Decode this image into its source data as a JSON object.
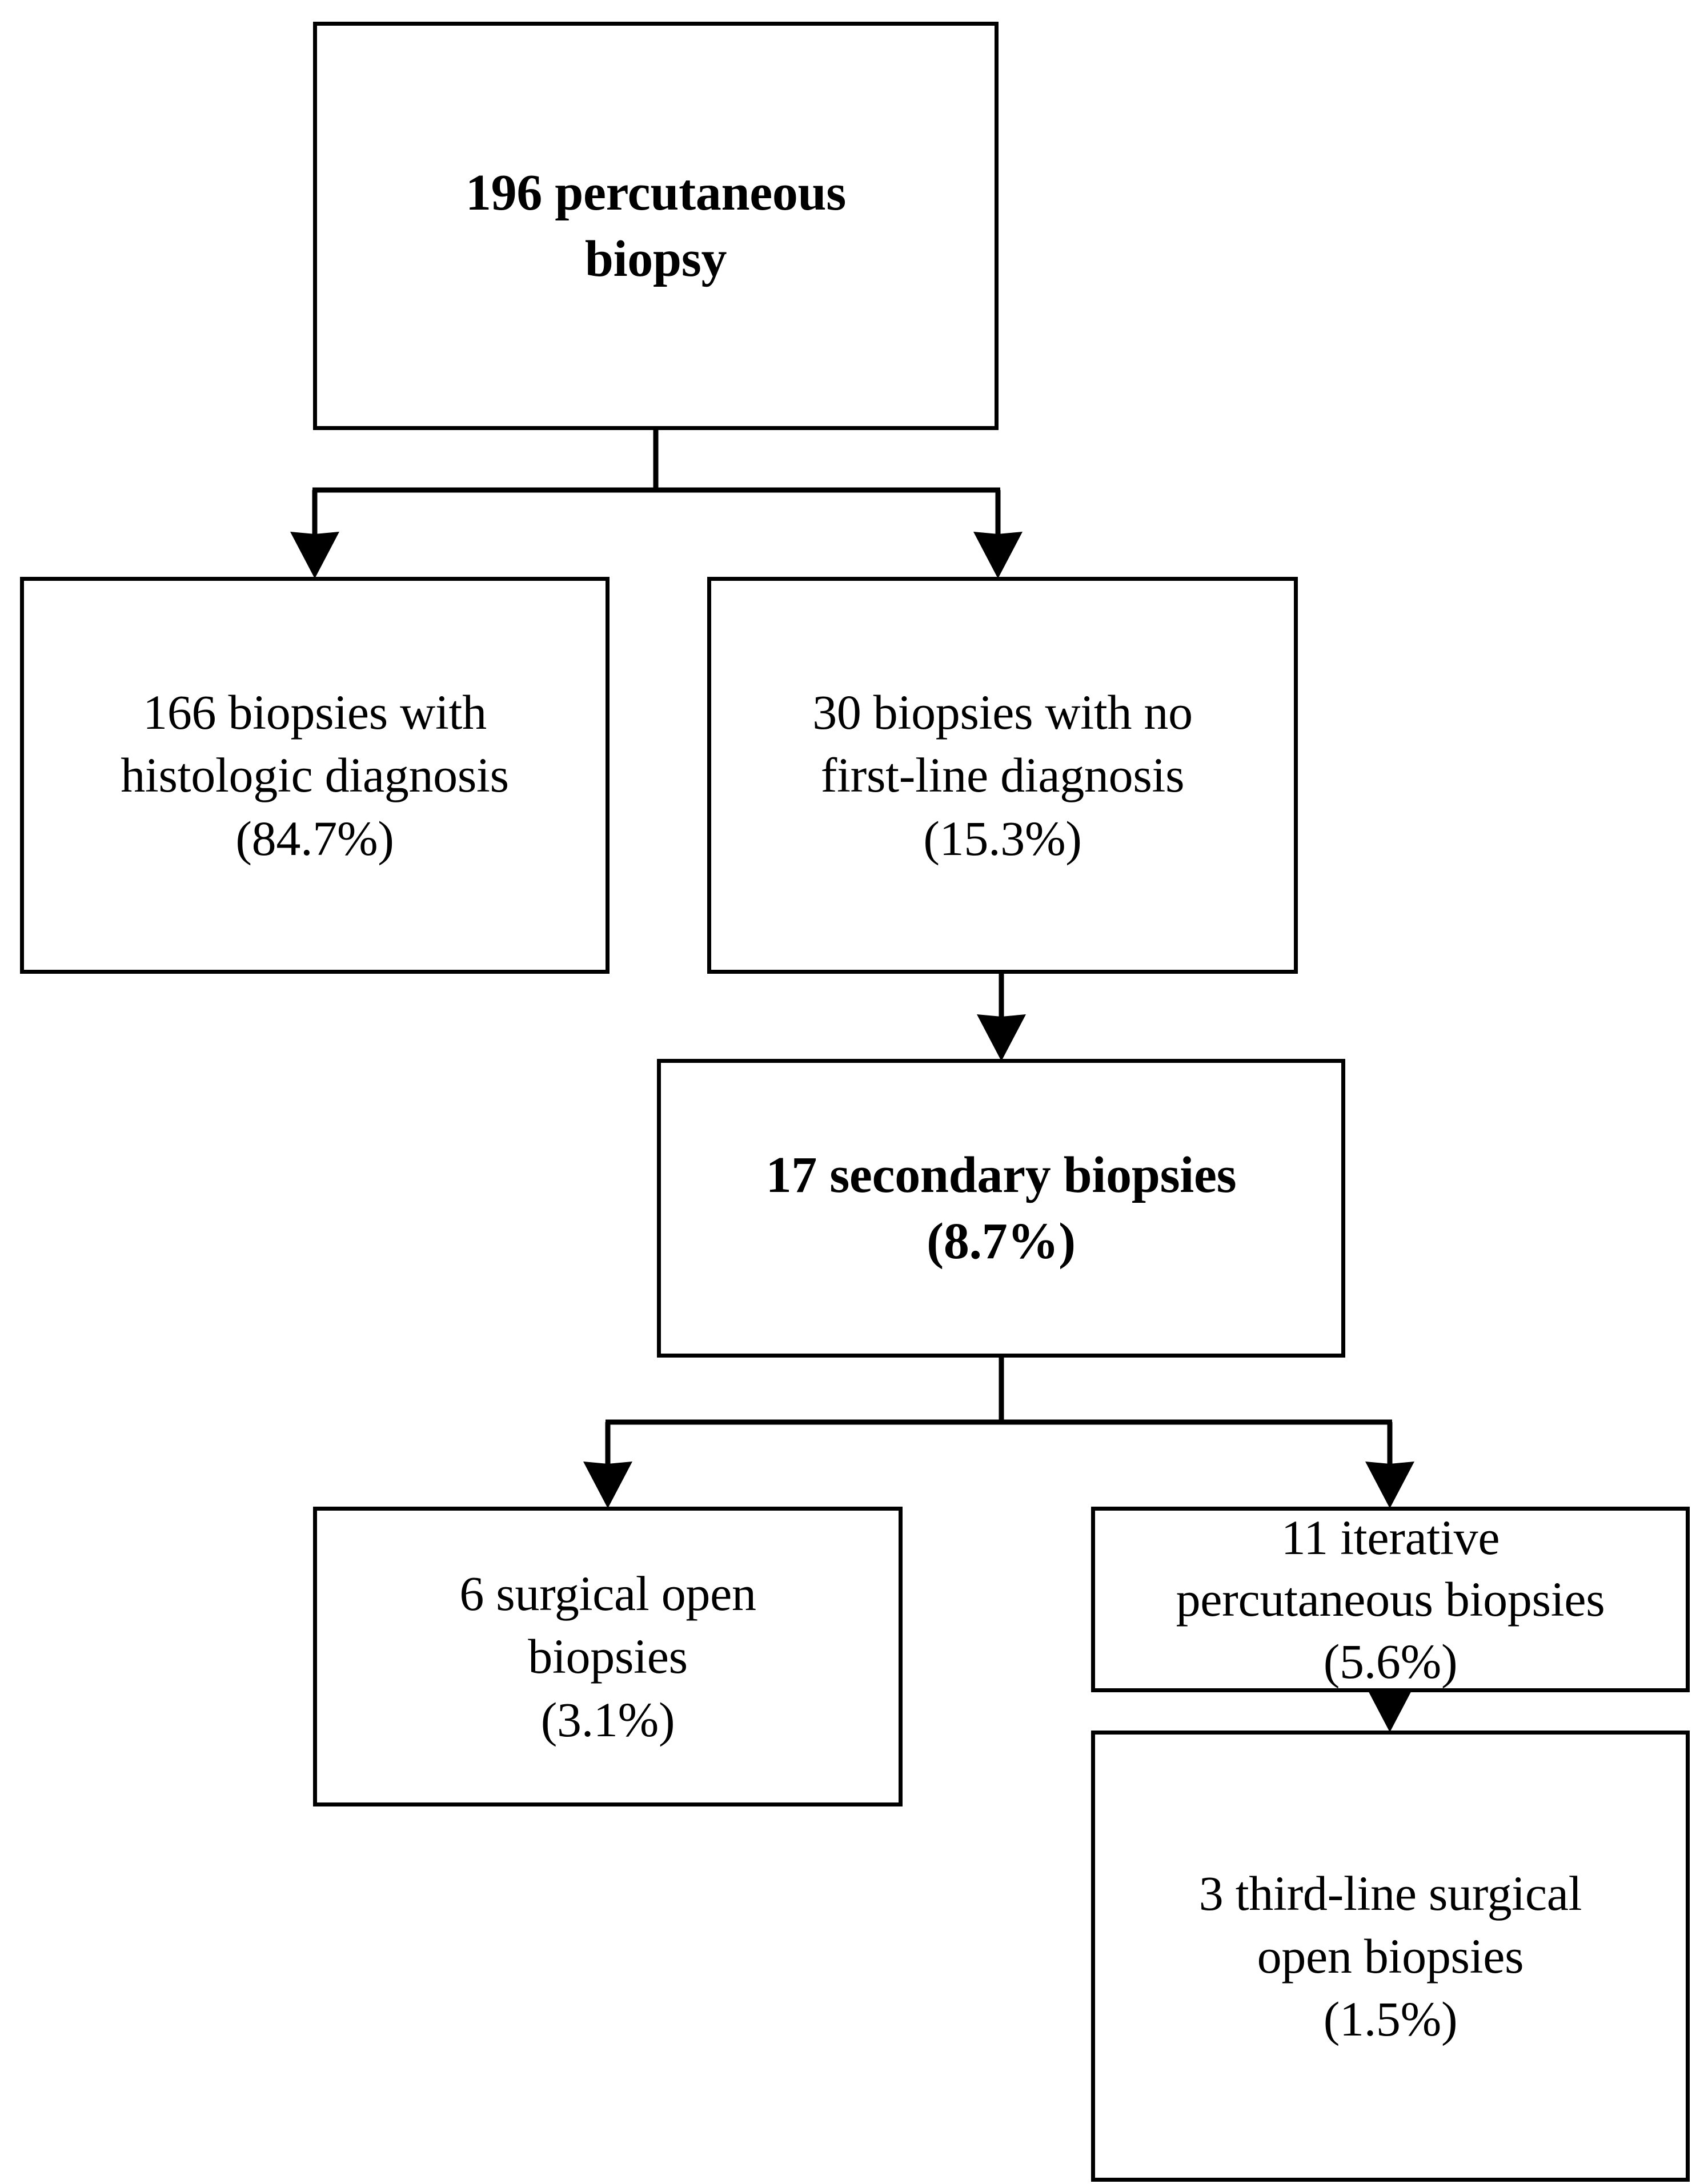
{
  "diagram": {
    "type": "flowchart",
    "orientation": "top-down",
    "background_color": "#ffffff",
    "line_color": "#000000",
    "text_color": "#000000",
    "nodes": [
      {
        "id": "root",
        "text": "196 percutaneous\nbiopsy",
        "count": 196,
        "percent": null,
        "bold": true
      },
      {
        "id": "histologic-diagnosis",
        "text": "166 biopsies with\nhistologic diagnosis\n(84.7%)",
        "count": 166,
        "percent": "84.7%",
        "bold": false
      },
      {
        "id": "no-first-line-diagnosis",
        "text": "30 biopsies with no\nfirst-line diagnosis\n(15.3%)",
        "count": 30,
        "percent": "15.3%",
        "bold": false
      },
      {
        "id": "secondary-biopsies",
        "text": "17 secondary biopsies\n(8.7%)",
        "count": 17,
        "percent": "8.7%",
        "bold": true
      },
      {
        "id": "surgical-open-biopsies",
        "text": "6 surgical open\nbiopsies\n(3.1%)",
        "count": 6,
        "percent": "3.1%",
        "bold": false
      },
      {
        "id": "iterative-percutaneous-biopsies",
        "text": "11 iterative\npercutaneous biopsies\n(5.6%)",
        "count": 11,
        "percent": "5.6%",
        "bold": false
      },
      {
        "id": "third-line-surgical-open-biopsies",
        "text": "3 third-line surgical\nopen biopsies\n(1.5%)",
        "count": 3,
        "percent": "1.5%",
        "bold": false
      }
    ],
    "edges": [
      {
        "from": "root",
        "to": "histologic-diagnosis",
        "style": "elbow-split",
        "arrow": true
      },
      {
        "from": "root",
        "to": "no-first-line-diagnosis",
        "style": "elbow-split",
        "arrow": true
      },
      {
        "from": "no-first-line-diagnosis",
        "to": "secondary-biopsies",
        "style": "straight",
        "arrow": true
      },
      {
        "from": "secondary-biopsies",
        "to": "surgical-open-biopsies",
        "style": "elbow-split",
        "arrow": true
      },
      {
        "from": "secondary-biopsies",
        "to": "iterative-percutaneous-biopsies",
        "style": "elbow-split",
        "arrow": true
      },
      {
        "from": "iterative-percutaneous-biopsies",
        "to": "third-line-surgical-open-biopsies",
        "style": "straight",
        "arrow": true
      }
    ]
  }
}
